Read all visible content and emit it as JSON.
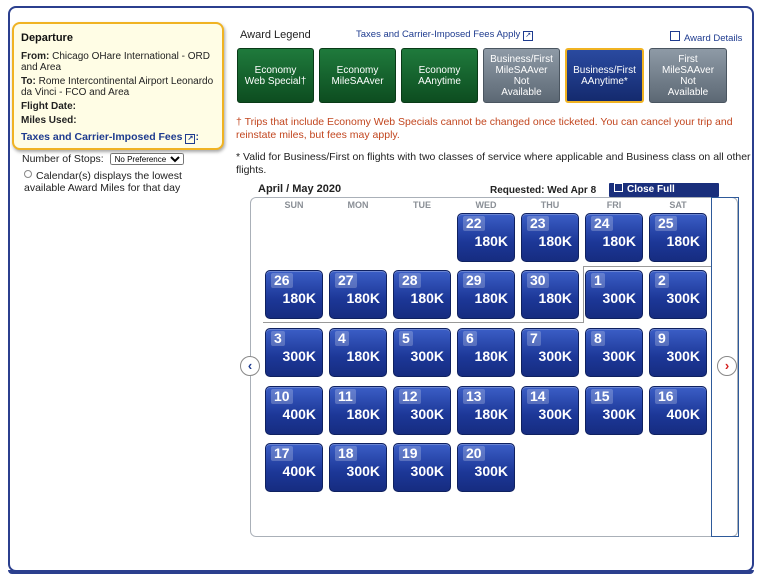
{
  "departure": {
    "heading": "Departure",
    "from_label": "From:",
    "from_value": "Chicago OHare International - ORD and Area",
    "to_label": "To:",
    "to_value": "Rome Intercontinental Airport Leonardo da Vinci - FCO and Area",
    "flight_date_label": "Flight Date:",
    "miles_used_label": "Miles Used:",
    "fees_link": "Taxes and Carrier-Imposed Fees",
    "fees_colon": ":"
  },
  "filters": {
    "stops_label": "Number of Stops:",
    "stops_value": "No Preference",
    "calendar_note": "Calendar(s) displays the lowest available Award Miles for that day"
  },
  "legend": {
    "title": "Award Legend",
    "taxes_link": "Taxes and Carrier-Imposed Fees Apply",
    "award_details": "Award Details",
    "items": [
      {
        "line1": "Economy",
        "line2": "Web Special†",
        "line3": "",
        "line4": ""
      },
      {
        "line1": "Economy",
        "line2": "MileSAAver",
        "line3": "",
        "line4": ""
      },
      {
        "line1": "Economy",
        "line2": "AAnytime",
        "line3": "",
        "line4": ""
      },
      {
        "line1": "Business/First",
        "line2": "MileSAAver",
        "line3": "Not",
        "line4": "Available"
      },
      {
        "line1": "Business/First",
        "line2": "AAnytime*",
        "line3": "",
        "line4": ""
      },
      {
        "line1": "First",
        "line2": "MileSAAver",
        "line3": "Not",
        "line4": "Available"
      }
    ]
  },
  "notes": {
    "disclaimer": "† Trips that include Economy Web Specials cannot be changed once ticketed. You can cancel your trip and reinstate miles, but fees may apply.",
    "valid": "* Valid for Business/First on flights with two classes of service where applicable and Business class on all other flights."
  },
  "calendar": {
    "month_label": "April / May 2020",
    "requested": "Requested: Wed Apr 8",
    "close_button": "Close Full Calendar",
    "days_of_week": [
      "SUN",
      "MON",
      "TUE",
      "WED",
      "THU",
      "FRI",
      "SAT"
    ],
    "prev_symbol": "‹",
    "next_symbol": "›",
    "weeks": [
      [
        null,
        null,
        null,
        {
          "d": "22",
          "v": "180K"
        },
        {
          "d": "23",
          "v": "180K"
        },
        {
          "d": "24",
          "v": "180K"
        },
        {
          "d": "25",
          "v": "180K"
        }
      ],
      [
        {
          "d": "26",
          "v": "180K"
        },
        {
          "d": "27",
          "v": "180K"
        },
        {
          "d": "28",
          "v": "180K"
        },
        {
          "d": "29",
          "v": "180K"
        },
        {
          "d": "30",
          "v": "180K"
        },
        {
          "d": "1",
          "v": "300K"
        },
        {
          "d": "2",
          "v": "300K"
        }
      ],
      [
        {
          "d": "3",
          "v": "300K"
        },
        {
          "d": "4",
          "v": "180K"
        },
        {
          "d": "5",
          "v": "300K"
        },
        {
          "d": "6",
          "v": "180K"
        },
        {
          "d": "7",
          "v": "300K"
        },
        {
          "d": "8",
          "v": "300K"
        },
        {
          "d": "9",
          "v": "300K"
        }
      ],
      [
        {
          "d": "10",
          "v": "400K"
        },
        {
          "d": "11",
          "v": "180K"
        },
        {
          "d": "12",
          "v": "300K"
        },
        {
          "d": "13",
          "v": "180K"
        },
        {
          "d": "14",
          "v": "300K"
        },
        {
          "d": "15",
          "v": "300K"
        },
        {
          "d": "16",
          "v": "400K"
        }
      ],
      [
        {
          "d": "17",
          "v": "400K"
        },
        {
          "d": "18",
          "v": "300K"
        },
        {
          "d": "19",
          "v": "300K"
        },
        {
          "d": "20",
          "v": "300K"
        },
        null,
        null,
        null
      ]
    ]
  }
}
